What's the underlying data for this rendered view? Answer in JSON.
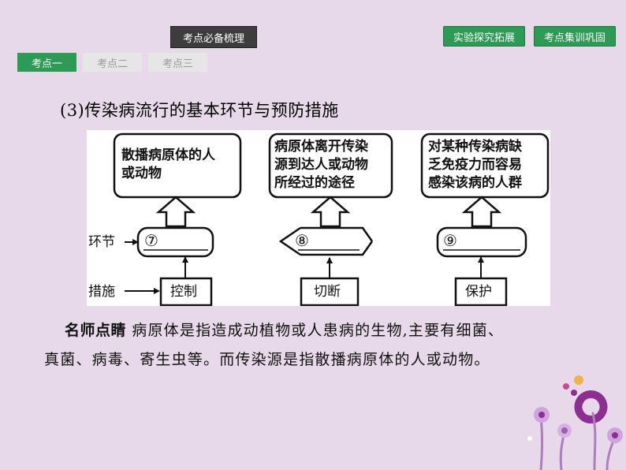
{
  "nav": {
    "center_tab": "考点必备梳理",
    "right_tabs": [
      "实验探究拓展",
      "考点集训巩固"
    ],
    "kaodian": [
      "考点一",
      "考点二",
      "考点三"
    ]
  },
  "heading": "(3)传染病流行的基本环节与预防措施",
  "diagram": {
    "top_boxes": [
      {
        "line1": "散播病原体的人",
        "line2": "或动物",
        "line3": ""
      },
      {
        "line1": "病原体离开传染",
        "line2": "源到达人或动物",
        "line3": "所经过的途径"
      },
      {
        "line1": "对某种传染病缺",
        "line2": "乏免疫力而容易",
        "line3": "感染该病的人群"
      }
    ],
    "row_label_1": "环节",
    "row_label_2": "措施",
    "blanks": [
      "⑦",
      "⑧",
      "⑨"
    ],
    "measures": [
      "控制",
      "切断",
      "保护"
    ]
  },
  "note": {
    "label": "名师点睛",
    "line1": "病原体是指造成动植物或人患病的生物,主要有细菌、",
    "line2": "真菌、病毒、寄生虫等。而传染源是指散播病原体的人或动物。"
  },
  "colors": {
    "background": "#e8d9ea",
    "accent_green": "#2d9a55",
    "dark_tab": "#3d3d3d",
    "decoration_purple": "#8d2f91"
  }
}
